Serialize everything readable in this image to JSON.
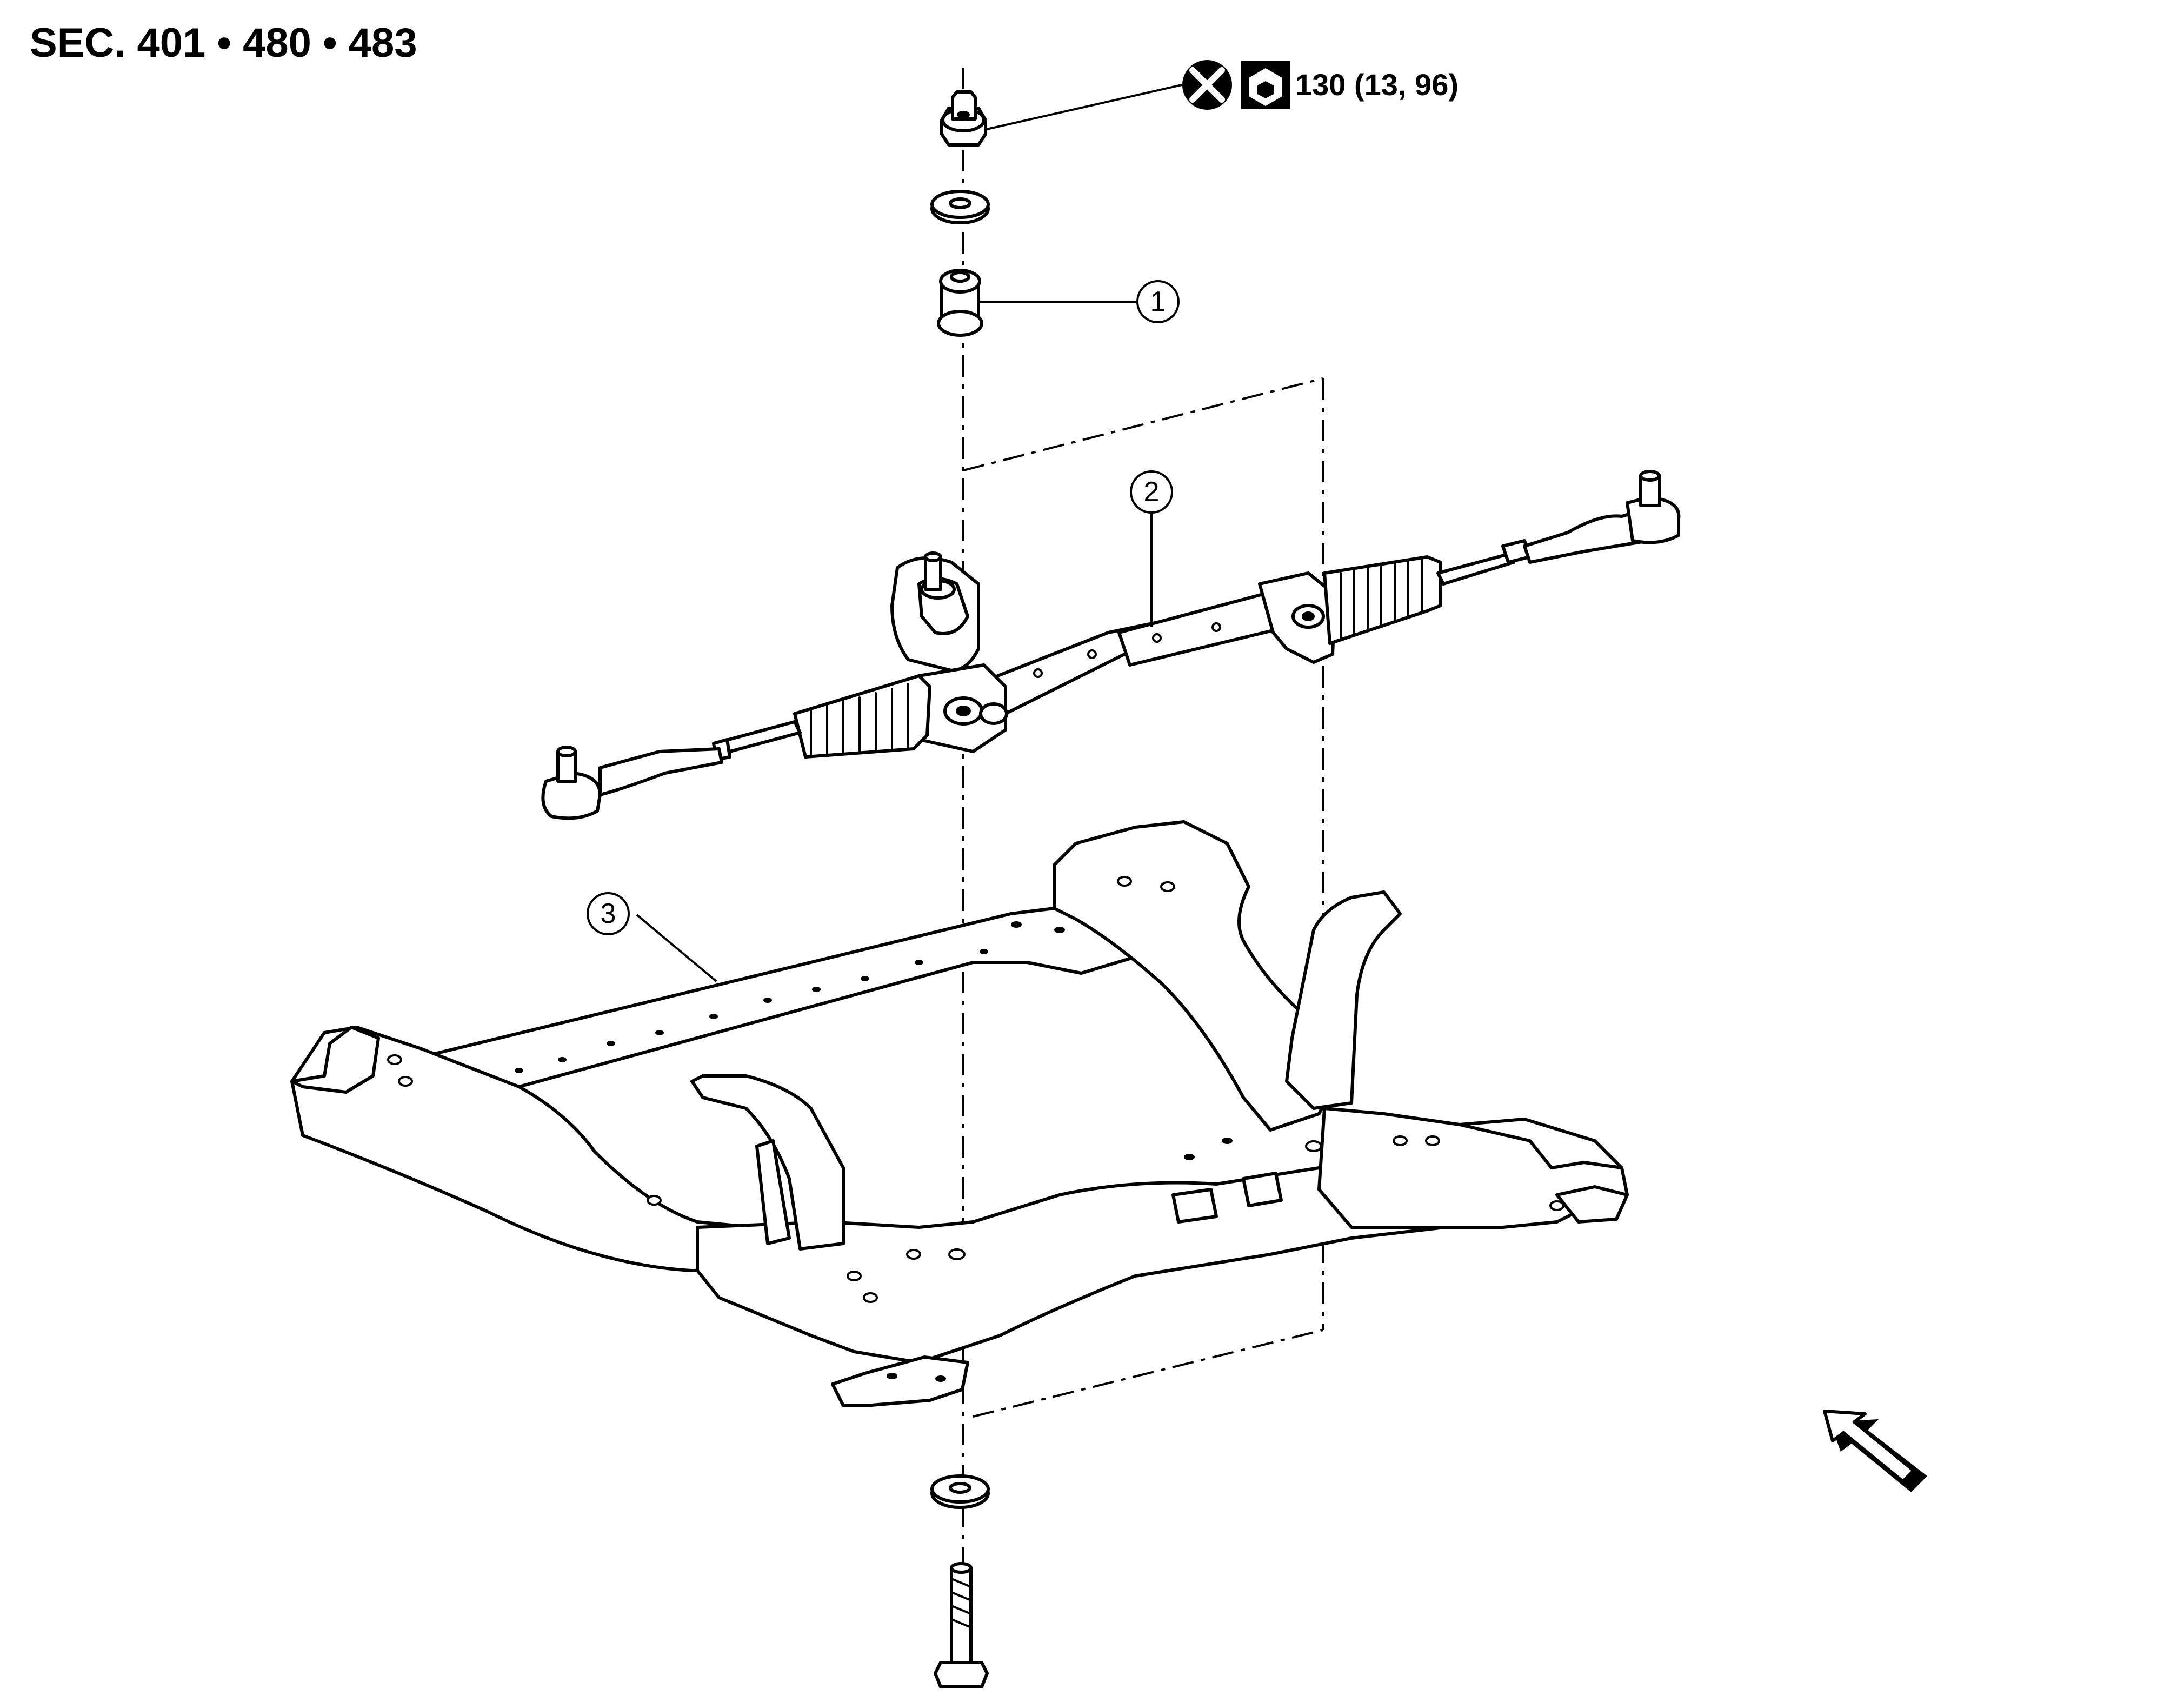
{
  "header": {
    "section_ref": "SEC. 401 • 480 • 483"
  },
  "torque": {
    "value": "130 (13, 96)",
    "icon_replace": "do-not-reuse-icon",
    "icon_tighten": "tightening-torque-icon"
  },
  "callouts": [
    {
      "number": "1"
    },
    {
      "number": "2"
    },
    {
      "number": "3"
    }
  ],
  "view": {
    "icon": "front-direction-arrow-icon"
  }
}
